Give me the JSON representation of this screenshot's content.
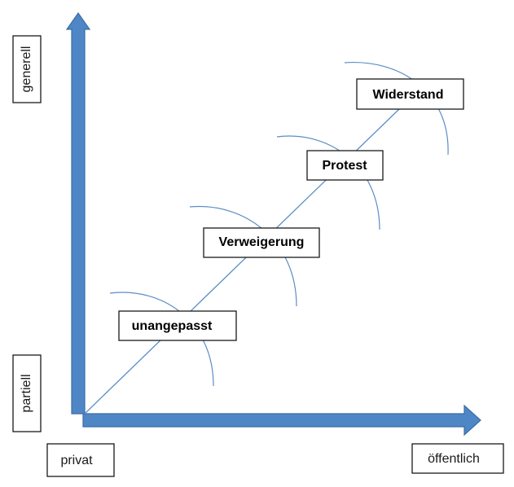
{
  "axes": {
    "y_top_label": "generell",
    "y_bottom_label": "partiell",
    "x_left_label": "privat",
    "x_right_label": "öffentlich"
  },
  "stages": [
    {
      "label": "unangepasst"
    },
    {
      "label": "Verweigerung"
    },
    {
      "label": "Protest"
    },
    {
      "label": "Widerstand"
    }
  ],
  "colors": {
    "arrow": "#4f86c6",
    "line": "#5b8ec5",
    "box_border": "#1a1a1a"
  }
}
